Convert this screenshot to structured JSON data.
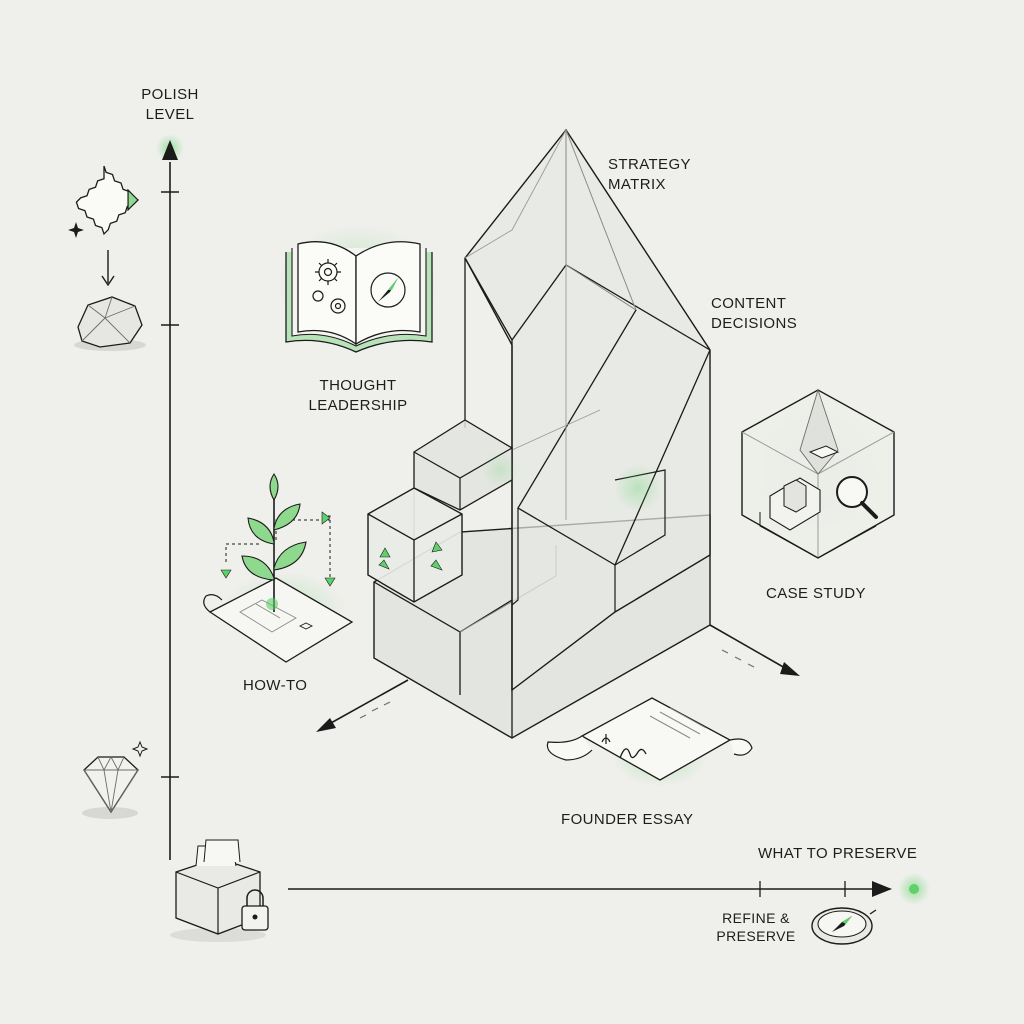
{
  "axes": {
    "vertical_title": [
      "POLISH",
      "LEVEL"
    ],
    "horizontal_title": "WHAT TO PRESERVE",
    "horizontal_tick_label": [
      "REFINE &",
      "PRESERVE"
    ]
  },
  "labels": {
    "strategy_matrix": [
      "STRATEGY",
      "MATRIX"
    ],
    "content_decisions": [
      "CONTENT",
      "DECISIONS"
    ],
    "thought_leadership": [
      "THOUGHT",
      "LEADERSHIP"
    ],
    "case_study": "CASE STUDY",
    "how_to": "HOW-TO",
    "founder_essay": "FOUNDER ESSAY"
  },
  "icons": {
    "polish_scale": [
      "torn-paper-icon",
      "rough-stone-icon",
      "diamond-icon"
    ],
    "preserve_scale": [
      "archive-box-lock-icon",
      "compass-icon"
    ],
    "content_types": [
      "open-book-icon",
      "magnifier-cube-icon",
      "plant-blueprint-icon",
      "signed-scroll-icon"
    ]
  },
  "colors": {
    "background": "#efefeb",
    "ink": "#1b1b1b",
    "accent": "#5ed16a",
    "glass": "#d9dcd6"
  }
}
